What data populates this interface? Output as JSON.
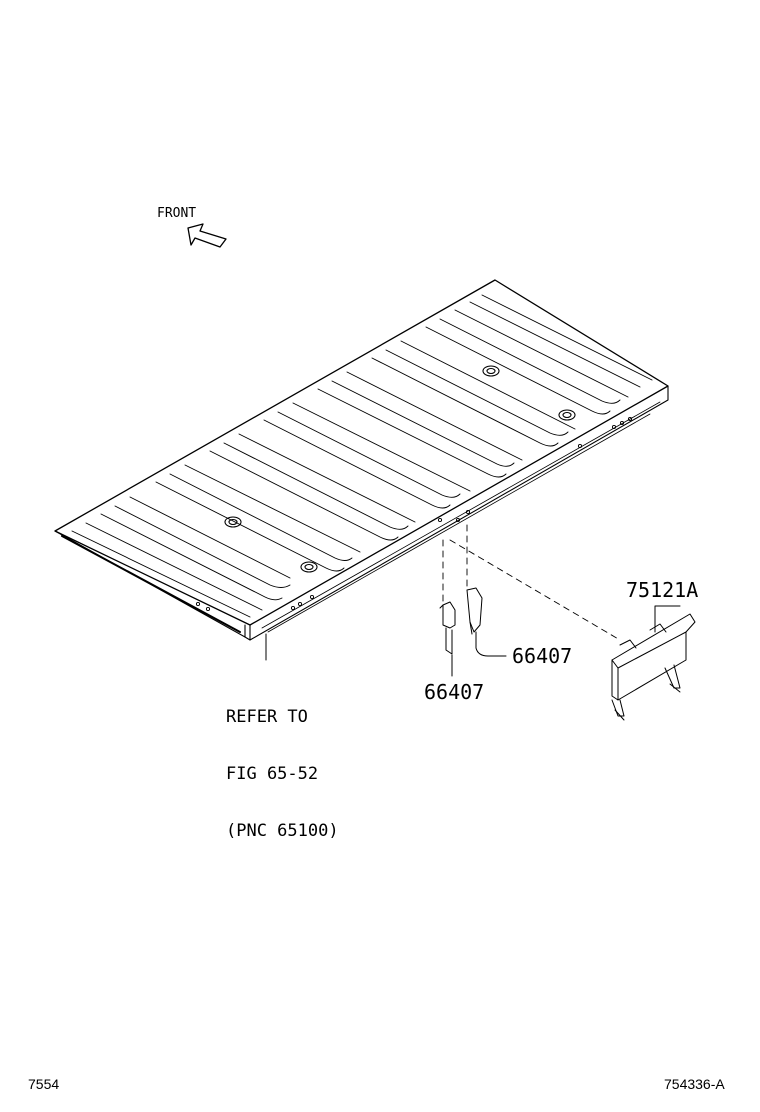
{
  "front_label": "FRONT",
  "callouts": {
    "part_75121a": "75121A",
    "part_66407_right": "66407",
    "part_66407_left": "66407"
  },
  "reference": {
    "line1": "REFER TO",
    "line2": "FIG 65-52",
    "line3": "(PNC 65100)"
  },
  "footer": {
    "left_code": "7554",
    "right_code": "754336-A"
  }
}
